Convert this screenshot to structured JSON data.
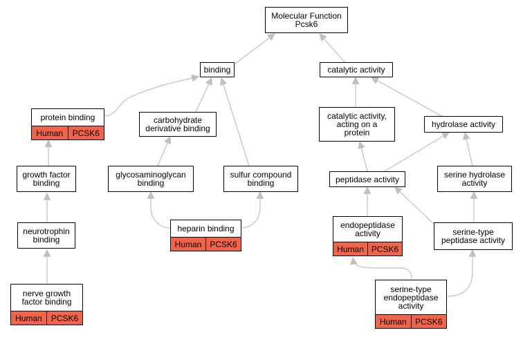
{
  "nodes": {
    "root": {
      "label": "Molecular Function\nPcsk6"
    },
    "binding": {
      "label": "binding"
    },
    "catalytic": {
      "label": "catalytic activity"
    },
    "protein_binding": {
      "label": "protein binding",
      "tags": [
        "Human",
        "PCSK6"
      ]
    },
    "carbohydrate": {
      "label": "carbohydrate\nderivative binding"
    },
    "cat_protein": {
      "label": "catalytic activity,\nacting on a\nprotein"
    },
    "hydrolase": {
      "label": "hydrolase activity"
    },
    "growth_factor": {
      "label": "growth factor\nbinding"
    },
    "gag_binding": {
      "label": "glycosaminoglycan\nbinding"
    },
    "sulfur": {
      "label": "sulfur compound\nbinding"
    },
    "peptidase": {
      "label": "peptidase activity"
    },
    "serine_hydrolase": {
      "label": "serine hydrolase\nactivity"
    },
    "neurotrophin": {
      "label": "neurotrophin\nbinding"
    },
    "heparin": {
      "label": "heparin binding",
      "tags": [
        "Human",
        "PCSK6"
      ]
    },
    "endopeptidase": {
      "label": "endopeptidase\nactivity",
      "tags": [
        "Human",
        "PCSK6"
      ]
    },
    "serine_peptidase": {
      "label": "serine-type\npeptidase activity"
    },
    "ngf_binding": {
      "label": "nerve growth\nfactor binding",
      "tags": [
        "Human",
        "PCSK6"
      ]
    },
    "serine_endopeptidase": {
      "label": "serine-type\nendopeptidase\nactivity",
      "tags": [
        "Human",
        "PCSK6"
      ]
    }
  },
  "colors": {
    "tag_fill": "#f26449",
    "edge": "#c0c0c0",
    "border": "#000000"
  }
}
